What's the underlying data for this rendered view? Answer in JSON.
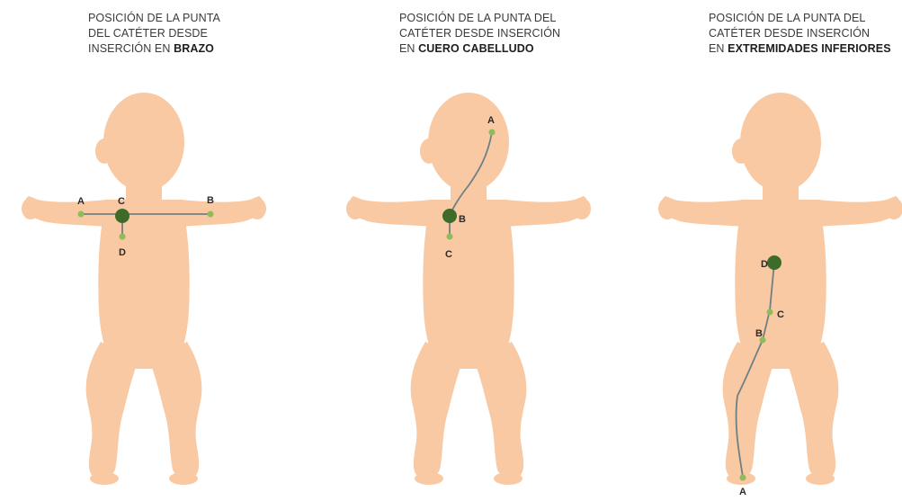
{
  "colors": {
    "skin": "#F8C9A2",
    "point_dark": "#3E6B2A",
    "point_light": "#8EBC5A",
    "line": "#6F7F86",
    "text": "#3a3a3a"
  },
  "panels": [
    {
      "caption_line1": "POSICIÓN DE LA PUNTA",
      "caption_line2": "DEL CATÉTER DESDE",
      "caption_line3_prefix": "INSERCIÓN EN ",
      "caption_bold": "BRAZO",
      "labels": [
        "A",
        "C",
        "B",
        "D"
      ]
    },
    {
      "caption_line1": "POSICIÓN DE LA PUNTA DEL",
      "caption_line2": "CATÉTER DESDE INSERCIÓN",
      "caption_line3_prefix": "EN ",
      "caption_bold": "CUERO CABELLUDO",
      "labels": [
        "A",
        "B",
        "C"
      ]
    },
    {
      "caption_line1": "POSICIÓN DE LA PUNTA DEL",
      "caption_line2": "CATÉTER DESDE INSERCIÓN",
      "caption_line3_prefix": "EN ",
      "caption_bold": "EXTREMIDADES INFERIORES",
      "labels": [
        "D",
        "C",
        "B",
        "A"
      ]
    }
  ]
}
